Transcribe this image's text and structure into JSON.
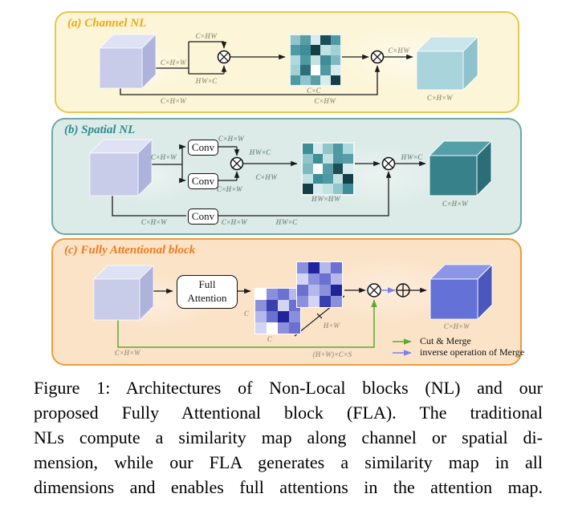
{
  "colors": {
    "green": "#5ea832",
    "blue": "#7b83e8",
    "black": "#1a1a1a"
  },
  "cubes": {
    "lavender": {
      "top": "#dfe2f4",
      "front": "#c8cce9",
      "side": "#aeb3dc"
    },
    "cyan": {
      "top": "#cbe6ea",
      "front": "#a9d4db",
      "side": "#8ec2cc"
    },
    "teal": {
      "top": "#55a0a8",
      "front": "#37818b",
      "side": "#2c6e78"
    },
    "blue": {
      "top": "#8d95e6",
      "front": "#6471d6",
      "side": "#4b57bd"
    }
  },
  "panels": {
    "a": {
      "title": "(a) Channel NL",
      "title_color": "#eda912",
      "bg": "#fcf5d7",
      "border": "#e7c84b",
      "label_color": "#a19c82",
      "dims": {
        "input": "C×H×W",
        "query": "C×HW",
        "key": "HW×C",
        "matrix": "C×C",
        "attention_out": "C×HW",
        "skip": "C×H×W",
        "value": "C×HW",
        "output": "C×H×W"
      },
      "matrix": [
        [
          "#8fc5cb",
          "#569da6",
          "#d7ebec",
          "#1d4d55",
          "#4f99a3"
        ],
        [
          "#4f99a3",
          "#3f8d98",
          "#143f47",
          "#c2e1e3",
          "#9fd1d5"
        ],
        [
          "#aedade",
          "#4f99a3",
          "#c2e1e3",
          "#3f8d98",
          "#7db9c0"
        ],
        [
          "#9fd1d5",
          "#2d6f7a",
          "#ffffff",
          "#4f99a3",
          "#d7ebec"
        ],
        [
          "#4f99a3",
          "#8fc5cb",
          "#569da6",
          "#d7ebec",
          "#143f47"
        ]
      ]
    },
    "b": {
      "title": "(b) Spatial NL",
      "title_color": "#2e8a90",
      "bg": "#dcebe7",
      "border": "#6da9a5",
      "label_color": "#7d948f",
      "conv": "Conv",
      "dims": {
        "input": "C×H×W",
        "conv1_out": "C×H×W",
        "query": "HW×C",
        "conv2_out": "C×H×W",
        "key": "C×HW",
        "matrix": "HW×HW",
        "attention_out": "HW×C",
        "skip1": "C×H×W",
        "skip2": "C×H×W",
        "value": "HW×C",
        "output": "C×H×W"
      },
      "matrix": [
        [
          "#3f8d98",
          "#d7ebec",
          "#8fc5cb",
          "#4f99a3",
          "#aedade"
        ],
        [
          "#8fc5cb",
          "#3f8d98",
          "#c2e1e3",
          "#4f99a3",
          "#569da6"
        ],
        [
          "#7db9c0",
          "#ffffff",
          "#569da6",
          "#1d4d55",
          "#d7ebec"
        ],
        [
          "#c2e1e3",
          "#3f8d98",
          "#4f99a3",
          "#c2e1e3",
          "#143f47"
        ],
        [
          "#143f47",
          "#d7ebec",
          "#c2e1e3",
          "#8fc5cb",
          "#3f8d98"
        ]
      ]
    },
    "c": {
      "title": "(c) Fully Attentional block",
      "title_color": "#ee7c1d",
      "bg": "#fbe3c8",
      "border": "#ef9a3d",
      "label_color": "#a89a84",
      "fa_line1": "Full",
      "fa_line2": "Attention",
      "dims": {
        "c_left": "C",
        "c_bottom": "C",
        "hw": "H+W",
        "skip": "C×H×W",
        "merge": "(H+W)×C×S",
        "output": "C×H×W"
      },
      "matrix_front": [
        [
          "#ffffff",
          "#8b90dd",
          "#6a71d0",
          "#b4b8ec"
        ],
        [
          "#8b90dd",
          "#3a3fae",
          "#d3d5f4",
          "#6a71d0"
        ],
        [
          "#b4b8ec",
          "#6a71d0",
          "#20249b",
          "#8b90dd"
        ],
        [
          "#d3d5f4",
          "#ffffff",
          "#8b90dd",
          "#6a71d0"
        ]
      ],
      "matrix_back": [
        [
          "#8b90dd",
          "#20249b",
          "#b4b8ec",
          "#6a71d0"
        ],
        [
          "#d3d5f4",
          "#8b90dd",
          "#6a71d0",
          "#b4b8ec"
        ],
        [
          "#6a71d0",
          "#b4b8ec",
          "#8b90dd",
          "#20249b"
        ],
        [
          "#8b90dd",
          "#d3d5f4",
          "#3a3fae",
          "#8b90dd"
        ]
      ],
      "legend": {
        "cut_merge": "Cut & Merge",
        "inverse": "inverse operation of Merge"
      }
    }
  },
  "caption": {
    "lines": [
      "Figure 1: Architectures of Non-Local blocks (NL) and our",
      "proposed Fully Attentional block (FLA). The traditional",
      "NLs compute a similarity map along channel or spatial di-",
      "mension, while our FLA generates a similarity map in all",
      "dimensions and enables full attentions in the attention map."
    ]
  }
}
